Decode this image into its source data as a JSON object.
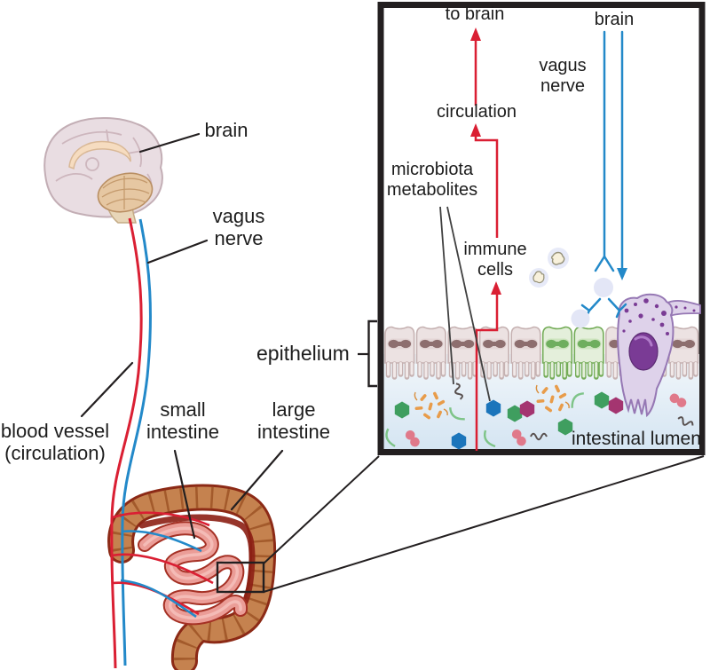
{
  "colors": {
    "text": "#1d1d1d",
    "red_pathway": "#da1f33",
    "blue_nerve": "#2389c9",
    "outline_black": "#231f20",
    "colon_fill": "#c5824f",
    "colon_outline": "#8c2a16",
    "small_intestine_fill": "#eb9d97",
    "small_intestine_outline": "#a53125",
    "brain_fill": "#e9dde2",
    "epithelial_cell_fill": "#ece2e2",
    "green_cell_fill": "#e4efdb",
    "purple_cell_fill": "#ded2ea",
    "lumen_fill": "#d5e5f2",
    "microbe_orange": "#e89c4a",
    "microbe_green": "#3f9e5f",
    "microbe_blue": "#1b75bb",
    "microbe_magenta": "#a43570",
    "microbe_pink": "#e0798a"
  },
  "left_panel": {
    "labels": {
      "brain": "brain",
      "vagus_nerve": [
        "vagus",
        "nerve"
      ],
      "blood_vessel": [
        "blood vessel",
        "(circulation)"
      ],
      "small_intestine": [
        "small",
        "intestine"
      ],
      "large_intestine": [
        "large",
        "intestine"
      ]
    }
  },
  "inset": {
    "labels": {
      "to_brain": "to brain",
      "brain": "brain",
      "vagus_nerve": [
        "vagus",
        "nerve"
      ],
      "circulation": "circulation",
      "microbiota_metabolites": [
        "microbiota",
        "metabolites"
      ],
      "immune_cells": [
        "immune",
        "cells"
      ],
      "epithelium": "epithelium",
      "intestinal_lumen": "intestinal lumen"
    }
  }
}
